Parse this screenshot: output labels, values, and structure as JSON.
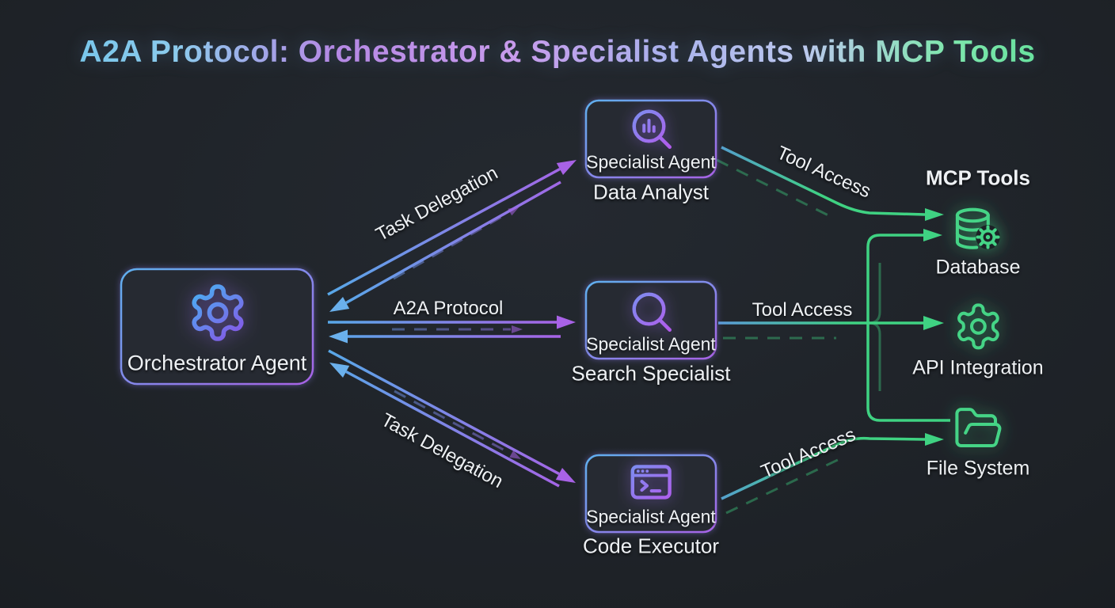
{
  "title": "A2A Protocol: Orchestrator & Specialist Agents with MCP Tools",
  "orchestrator": {
    "label": "Orchestrator Agent",
    "icon": "gear-icon"
  },
  "specialists": [
    {
      "box_label": "Specialist Agent",
      "role": "Data Analyst",
      "icon": "chart-magnifier-icon"
    },
    {
      "box_label": "Specialist Agent",
      "role": "Search Specialist",
      "icon": "magnifier-icon"
    },
    {
      "box_label": "Specialist Agent",
      "role": "Code Executor",
      "icon": "terminal-icon"
    }
  ],
  "mcp": {
    "header": "MCP Tools",
    "tools": [
      {
        "label": "Database",
        "icon": "database-gear-icon"
      },
      {
        "label": "API Integration",
        "icon": "gear-icon"
      },
      {
        "label": "File System",
        "icon": "folder-open-icon"
      }
    ]
  },
  "edges": {
    "task_delegation_top": "Task Delegation",
    "a2a_protocol": "A2A Protocol",
    "task_delegation_bottom": "Task Delegation",
    "tool_access_top": "Tool Access",
    "tool_access_middle": "Tool Access",
    "tool_access_bottom": "Tool Access"
  },
  "colors": {
    "background": "#1d2126",
    "node_fill": "#262b33",
    "blue": "#58a8e8",
    "purple": "#a862e6",
    "green": "#3fd282",
    "text": "#eef1f4"
  }
}
